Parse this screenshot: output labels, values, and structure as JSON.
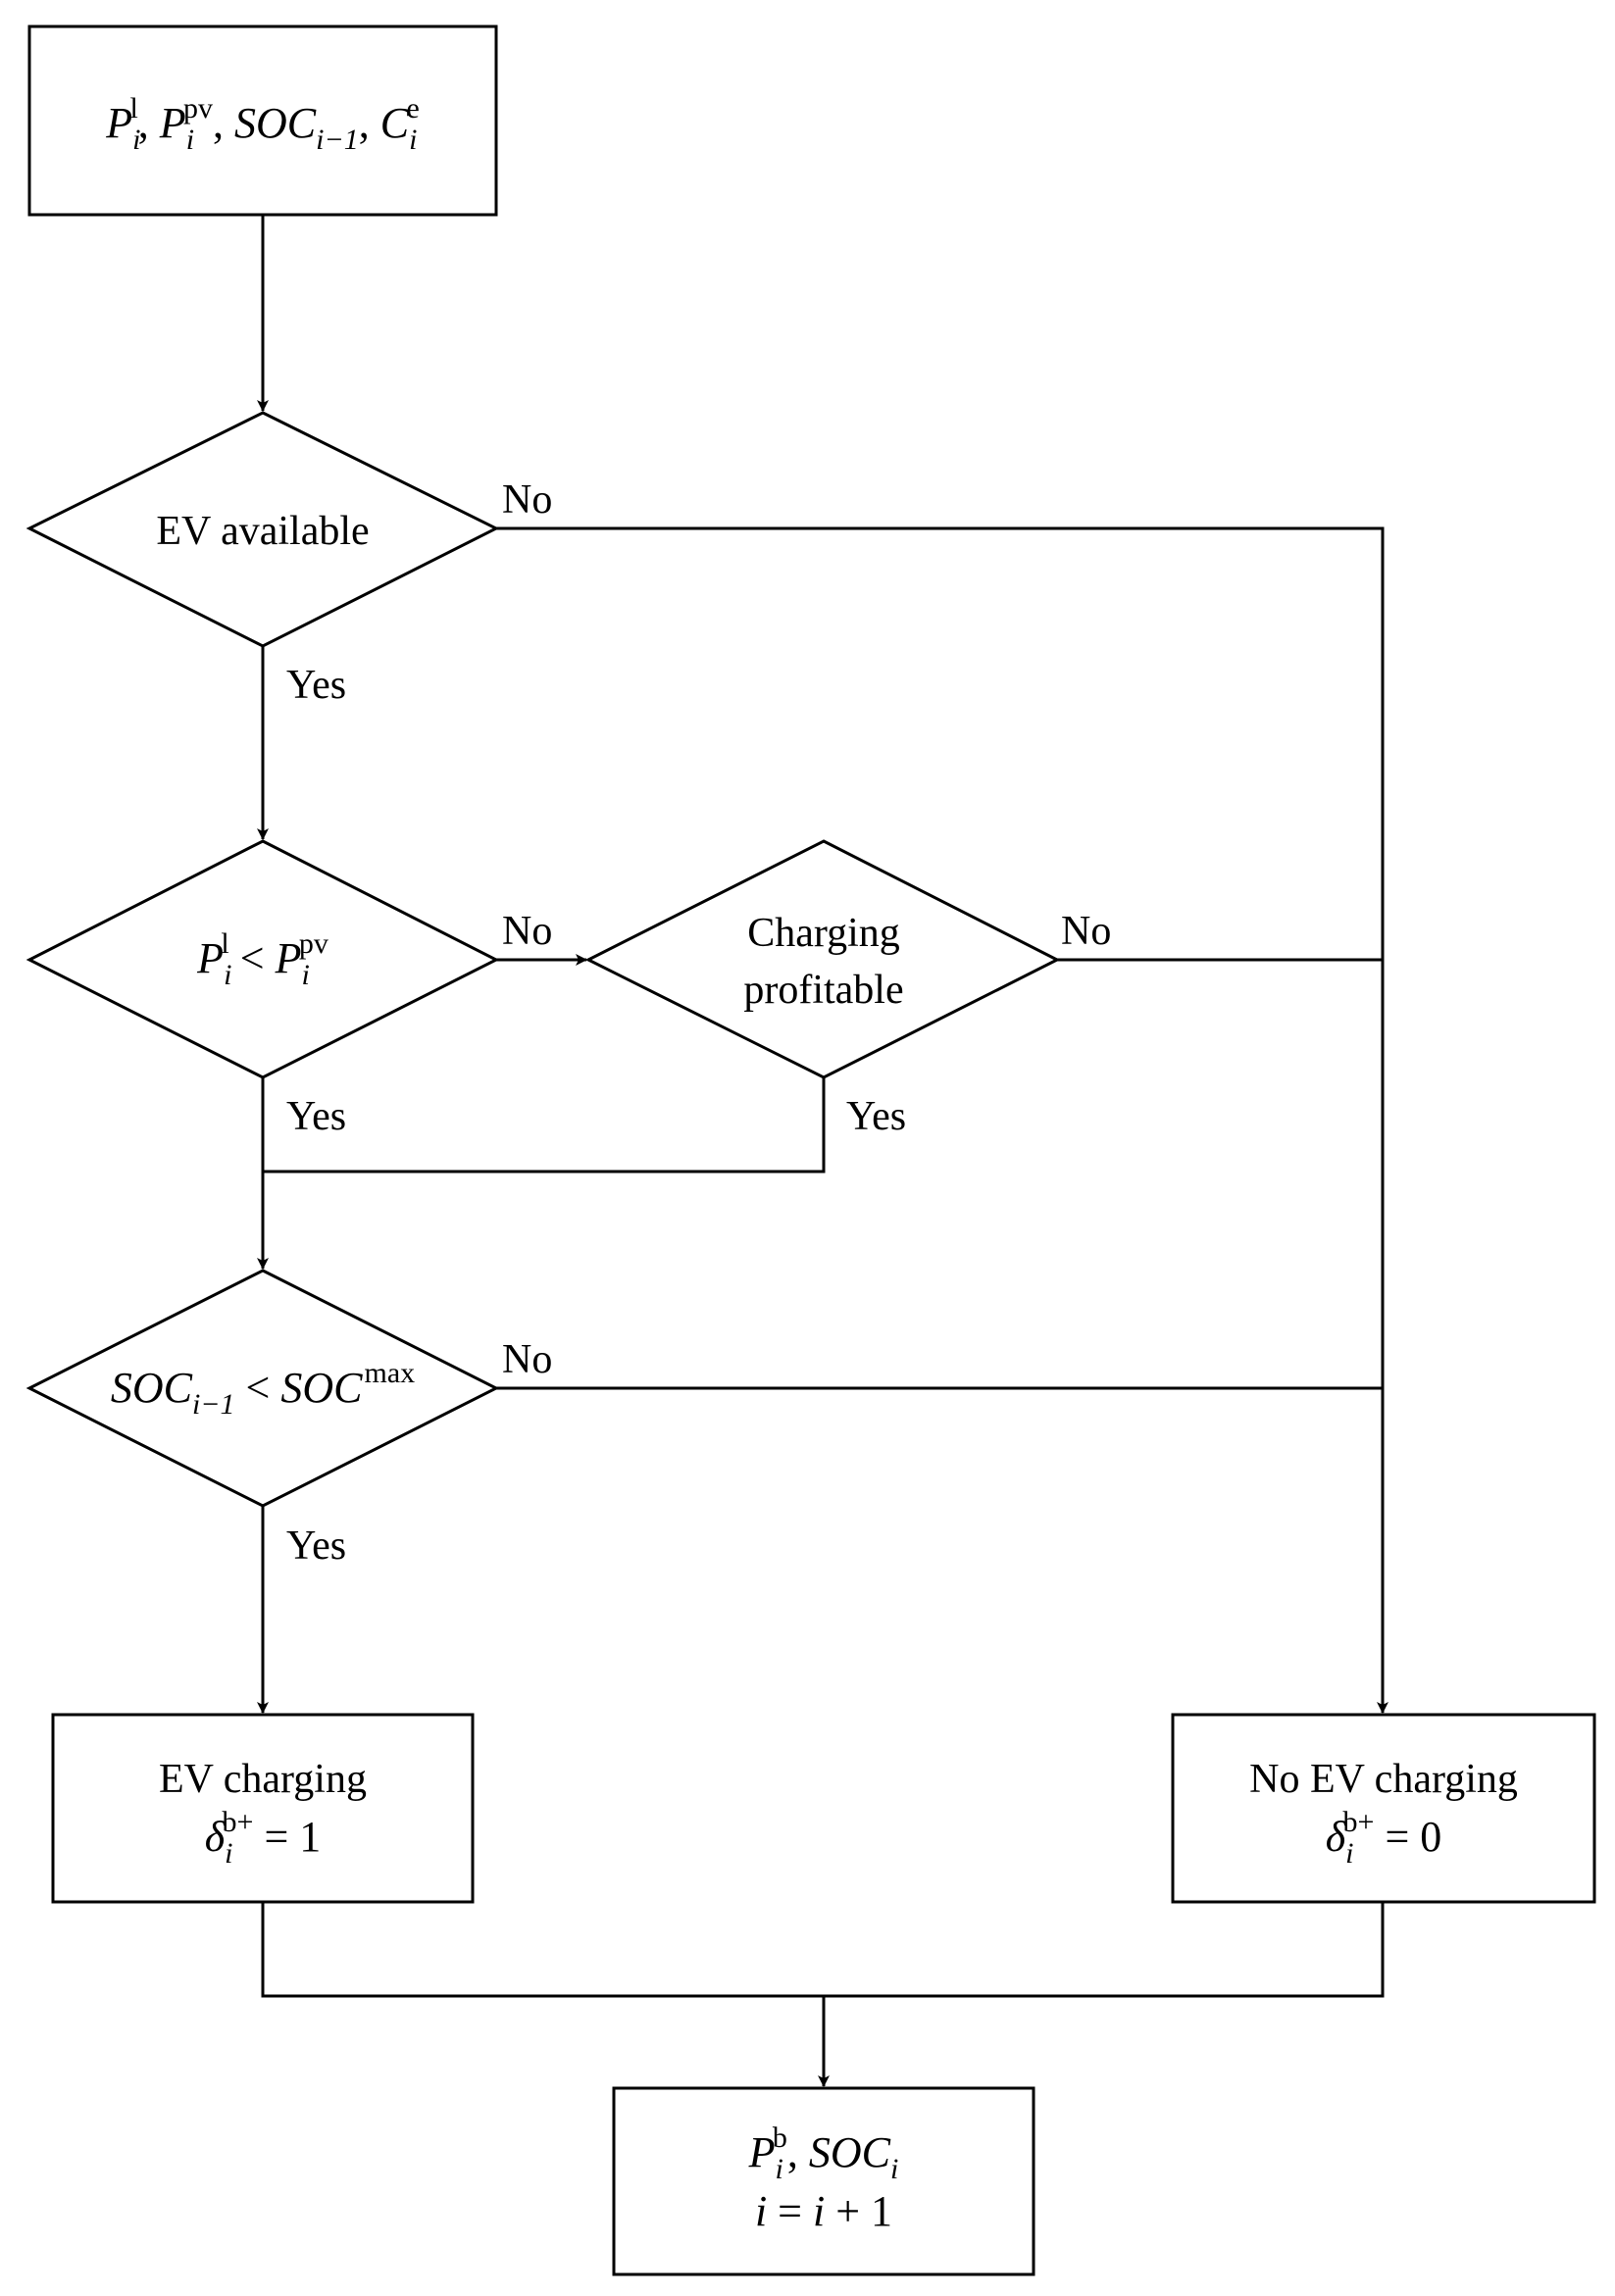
{
  "colors": {
    "stroke": "#000000",
    "background": "#ffffff"
  },
  "nodes": {
    "inputs": {
      "math": [
        [
          {
            "b": "P",
            "sub": "i",
            "sup": "l"
          },
          ", ",
          {
            "b": "P",
            "sub": "i",
            "sup": "pv"
          },
          ", ",
          {
            "b": "SOC",
            "sub": "i−1"
          },
          ", ",
          {
            "b": "C",
            "sub": "i",
            "sup": "e"
          }
        ]
      ]
    },
    "ev_available": {
      "label": "EV available"
    },
    "load_vs_pv": {
      "math": [
        [
          {
            "b": "P",
            "sub": "i",
            "sup": "l"
          },
          " < ",
          {
            "b": "P",
            "sub": "i",
            "sup": "pv"
          }
        ]
      ]
    },
    "charging_profitable": {
      "line1": "Charging",
      "line2": "profitable"
    },
    "soc_check": {
      "math": [
        [
          {
            "b": "SOC",
            "sub": "i−1"
          },
          " < ",
          {
            "b": "SOC",
            "sup": "max"
          }
        ]
      ]
    },
    "ev_charging": {
      "label": "EV charging",
      "math": [
        [
          {
            "b": "δ",
            "sub": "i",
            "sup": "b+"
          },
          " = 1"
        ]
      ]
    },
    "no_ev_charging": {
      "label": "No EV charging",
      "math": [
        [
          {
            "b": "δ",
            "sub": "i",
            "sup": "b+"
          },
          " = 0"
        ]
      ]
    },
    "outputs": {
      "math": [
        [
          {
            "b": "P",
            "sub": "i",
            "sup": "b"
          },
          ", ",
          {
            "b": "SOC",
            "sub": "i"
          }
        ],
        [
          {
            "b": "i"
          },
          " = ",
          {
            "b": "i"
          },
          " + 1"
        ]
      ]
    }
  },
  "edge_labels": {
    "yes": "Yes",
    "no": "No"
  }
}
